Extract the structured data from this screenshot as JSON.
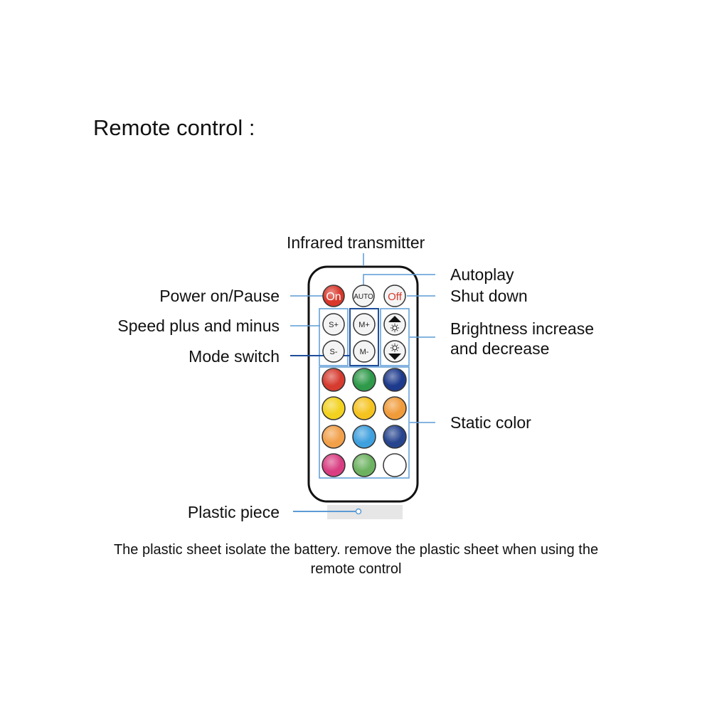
{
  "title": "Remote control :",
  "labels": {
    "infrared": "Infrared transmitter",
    "autoplay": "Autoplay",
    "power": "Power on/Pause",
    "shutdown": "Shut down",
    "speed": "Speed plus and minus",
    "brightness_line1": "Brightness increase",
    "brightness_line2": "and decrease",
    "mode": "Mode switch",
    "static": "Static color",
    "plastic": "Plastic piece"
  },
  "buttons": {
    "on": "On",
    "auto": "AUTO",
    "off": "Off",
    "speed_plus": "S+",
    "speed_minus": "S-",
    "mode_plus": "M+",
    "mode_minus": "M-"
  },
  "note": {
    "line1": "The plastic sheet isolate the battery. remove the plastic sheet when using the",
    "line2": "remote control"
  },
  "colors": {
    "leader": "#5b9bd5",
    "mode_leader": "#1f4e9a",
    "on_button": "#d9372b",
    "off_text": "#d9372b",
    "static": [
      "#d63b2f",
      "#2e9a4a",
      "#1d3a8c",
      "#f2d21f",
      "#f5c31f",
      "#f09b3a",
      "#f2a04a",
      "#3fa0de",
      "#27458f",
      "#d93e82",
      "#6cb260",
      "#ffffff"
    ]
  }
}
